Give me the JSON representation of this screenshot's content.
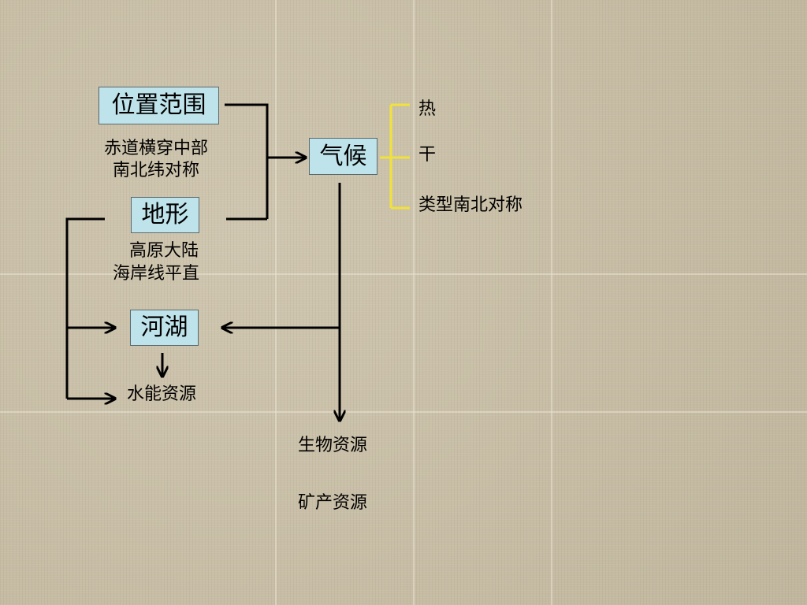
{
  "nodes": {
    "location": "位置范围",
    "location_note_1": "赤道横穿中部",
    "location_note_2": "南北纬对称",
    "terrain": "地形",
    "terrain_note_1": "高原大陆",
    "terrain_note_2": "海岸线平直",
    "climate": "气候",
    "rivers": "河湖",
    "hydropower": "水能资源",
    "biological": "生物资源",
    "mineral": "矿产资源"
  },
  "climate_traits": [
    "热",
    "干",
    "类型南北对称"
  ],
  "colors": {
    "box_fill": "#bfe3ea",
    "connector": "#000000",
    "bracket": "#f0e23a",
    "background": "#c9bfa8"
  }
}
